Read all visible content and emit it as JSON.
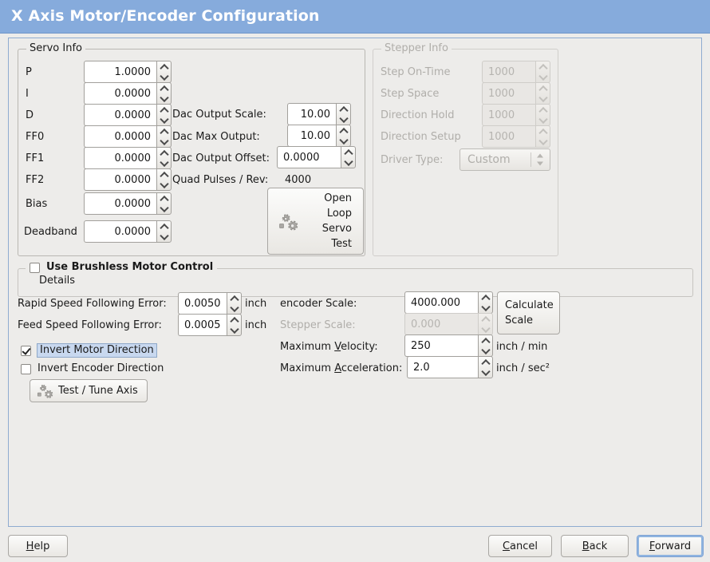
{
  "window": {
    "title": "X Axis Motor/Encoder Configuration",
    "titlebar_color": "#86abdc",
    "panel_border_color": "#8fabd0",
    "background_color": "#edecea"
  },
  "servo_info": {
    "legend": "Servo Info",
    "rows": [
      {
        "label": "P",
        "value": "1.0000"
      },
      {
        "label": "I",
        "value": "0.0000"
      },
      {
        "label": "D",
        "value": "0.0000"
      },
      {
        "label": "FF0",
        "value": "0.0000"
      },
      {
        "label": "FF1",
        "value": "0.0000"
      },
      {
        "label": "FF2",
        "value": "0.0000"
      },
      {
        "label": "Bias",
        "value": "0.0000"
      },
      {
        "label": "Deadband",
        "value": "0.0000"
      }
    ],
    "dac": {
      "output_scale_label": "Dac Output Scale:",
      "output_scale_value": "10.00",
      "max_output_label": "Dac Max Output:",
      "max_output_value": "10.00",
      "output_offset_label": "Dac Output Offset:",
      "output_offset_value": "0.0000",
      "quad_pulses_label": "Quad Pulses / Rev:",
      "quad_pulses_value": "4000"
    },
    "open_loop_button": {
      "line1": "Open",
      "line2": "Loop",
      "line3": "Servo",
      "line4": "Test",
      "icon": "gears-icon"
    }
  },
  "stepper_info": {
    "legend": "Stepper Info",
    "enabled": false,
    "rows": [
      {
        "label": "Step On-Time",
        "value": "1000"
      },
      {
        "label": "Step Space",
        "value": "1000"
      },
      {
        "label": "Direction Hold",
        "value": "1000"
      },
      {
        "label": "Direction Setup",
        "value": "1000"
      }
    ],
    "driver_type_label": "Driver Type:",
    "driver_type_value": "Custom"
  },
  "brushless": {
    "legend": "Use Brushless Motor Control",
    "checked": false,
    "details_label": "Details",
    "details_expanded": false
  },
  "following_error": {
    "rapid_label": "Rapid Speed Following Error:",
    "rapid_value": "0.0050",
    "rapid_unit": "inch",
    "feed_label": "Feed Speed Following Error:",
    "feed_value": "0.0005",
    "feed_unit": "inch"
  },
  "invert": {
    "motor_label": "Invert Motor Direction",
    "motor_checked": true,
    "motor_focused": true,
    "encoder_label": "Invert Encoder Direction",
    "encoder_checked": false
  },
  "test_tune_button": {
    "label": "Test / Tune Axis",
    "icon": "gears-icon"
  },
  "scales": {
    "encoder_scale_label": "encoder Scale:",
    "encoder_scale_value": "4000.000",
    "stepper_scale_label": "Stepper Scale:",
    "stepper_scale_value": "0.000",
    "stepper_scale_enabled": false,
    "max_velocity_label_pre": "Maximum ",
    "max_velocity_label_mnemonic": "V",
    "max_velocity_label_post": "elocity:",
    "max_velocity_value": "250",
    "max_velocity_unit": "inch / min",
    "max_accel_label_pre": "Maximum ",
    "max_accel_label_mnemonic": "A",
    "max_accel_label_post": "cceleration:",
    "max_accel_value": "2.0",
    "max_accel_unit": "inch / sec²",
    "calculate_button_line1": "Calculate",
    "calculate_button_line2": "Scale"
  },
  "footer": {
    "help_mnemonic": "H",
    "help_rest": "elp",
    "cancel_mnemonic": "C",
    "cancel_rest": "ancel",
    "back_mnemonic": "B",
    "back_rest": "ack",
    "forward_mnemonic": "F",
    "forward_rest": "orward",
    "forward_focused": true
  }
}
